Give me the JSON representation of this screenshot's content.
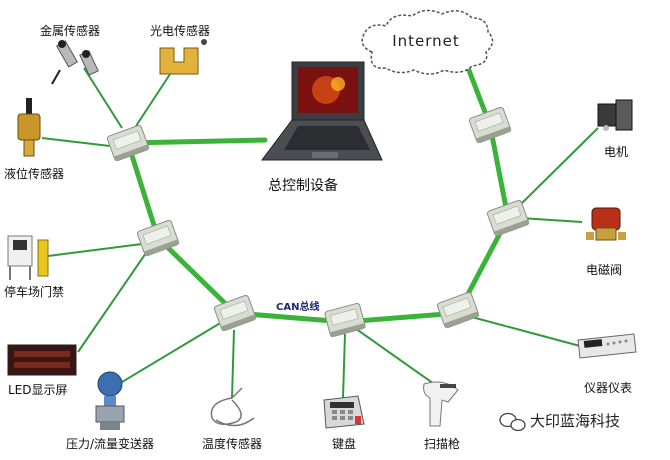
{
  "labels": {
    "metal_sensor": "金属传感器",
    "photo_sensor": "光电传感器",
    "level_sensor": "液位传感器",
    "parking_gate": "停车场门禁",
    "led_screen": "LED显示屏",
    "pressure_transmitter": "压力/流量变送器",
    "temp_sensor": "温度传感器",
    "keyboard": "键盘",
    "scanner": "扫描枪",
    "instrument": "仪器仪表",
    "solenoid_valve": "电磁阀",
    "motor": "电机",
    "main_control": "总控制设备",
    "internet": "Internet",
    "can_bus": "CAN总线",
    "watermark": "大印蓝海科技"
  },
  "colors": {
    "bus_green": "#3bb33b",
    "link_green": "#2f9a3a",
    "module_body": "#d9dcd2"
  }
}
